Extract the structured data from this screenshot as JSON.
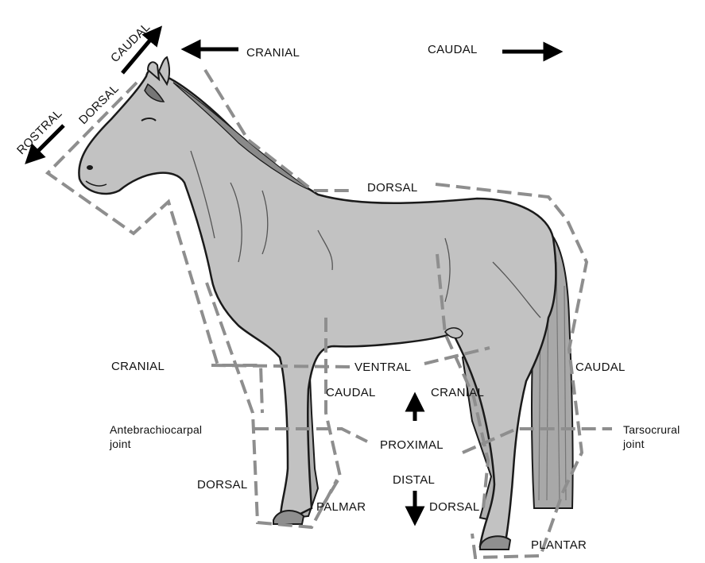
{
  "labels": {
    "top_caudal": "CAUDAL",
    "top_dorsal": "DORSAL",
    "rostral": "ROSTRAL",
    "cranial_top": "CRANIAL",
    "caudal_top": "CAUDAL",
    "dorsal_back": "DORSAL",
    "cranial_left": "CRANIAL",
    "ventral": "VENTRAL",
    "caudal_fore": "CAUDAL",
    "cranial_hind": "CRANIAL",
    "caudal_right": "CAUDAL",
    "antebrachiocarpal_1": "Antebrachiocarpal",
    "antebrachiocarpal_2": "joint",
    "proximal": "PROXIMAL",
    "tarsocrural_1": "Tarsocrural",
    "tarsocrural_2": "joint",
    "distal": "DISTAL",
    "dorsal_fore": "DORSAL",
    "palmar": "PALMAR",
    "dorsal_hind": "DORSAL",
    "plantar": "PLANTAR"
  },
  "colors": {
    "horse_fill": "#c2c2c2",
    "outline": "#1a1a1a",
    "dash": "#8e8e8e",
    "arrow": "#000000"
  }
}
